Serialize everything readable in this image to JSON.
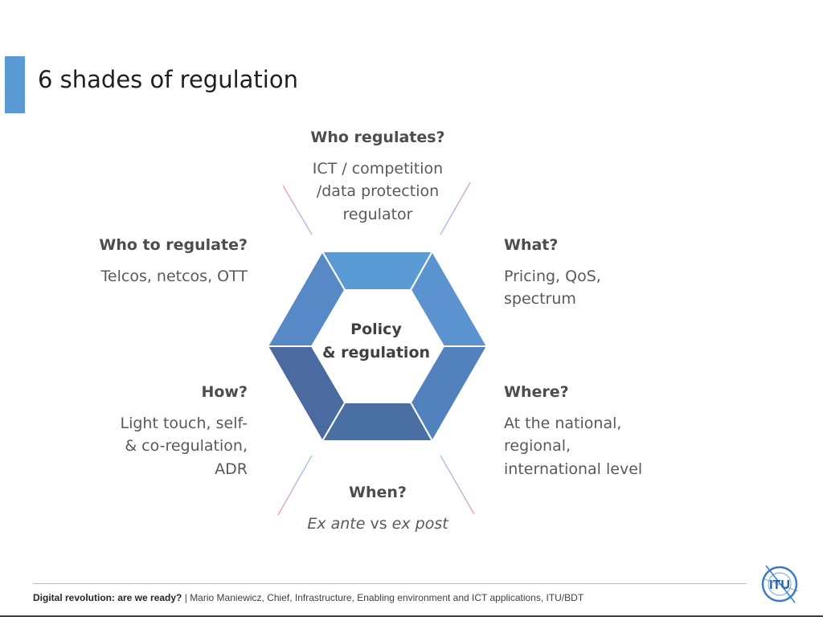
{
  "slide": {
    "title": "6 shades of regulation"
  },
  "center": {
    "line1": "Policy",
    "line2": "& regulation"
  },
  "segments": {
    "who_regulates": {
      "heading": "Who regulates?",
      "lines": [
        "ICT / competition",
        "/data protection",
        "regulator"
      ]
    },
    "what": {
      "heading": "What?",
      "lines": [
        "Pricing, QoS,",
        "spectrum"
      ]
    },
    "where": {
      "heading": "Where?",
      "lines": [
        "At the national,",
        "regional,",
        "international level"
      ]
    },
    "when": {
      "heading": "When?",
      "italic1": "Ex ante",
      "mid": " vs ",
      "italic2": "ex post"
    },
    "how": {
      "heading": "How?",
      "lines": [
        "Light touch, self-",
        "& co-regulation,",
        "ADR"
      ]
    },
    "who_to_regulate": {
      "heading": "Who to regulate?",
      "lines": [
        "Telcos, netcos, OTT"
      ]
    }
  },
  "footer": {
    "bold": "Digital revolution: are we ready?",
    "sep": " | ",
    "rest": "Mario Maniewicz, Chief, Infrastructure, Enabling environment and ICT applications, ITU/BDT"
  },
  "logo": {
    "text": "ITU"
  },
  "colors": {
    "accent": "#5b9bd5",
    "hex_top": "#5b9bd5",
    "hex_right_top": "#5a93cf",
    "hex_right_bottom": "#5182bd",
    "hex_bottom": "#4a6fa3",
    "hex_left_bottom": "#4a6aa0",
    "hex_left_top": "#5689c6",
    "connector_pink": "#f0a0c8",
    "connector_blue": "#9cc8ec"
  }
}
